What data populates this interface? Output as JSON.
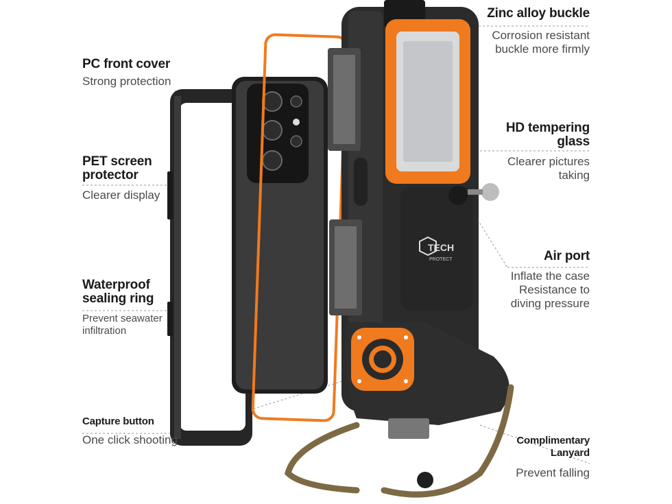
{
  "callouts": {
    "pc_front_cover": {
      "title": "PC front cover",
      "desc": "Strong protection"
    },
    "pet_screen": {
      "title_l1": "PET screen",
      "title_l2": "protector",
      "desc": "Clearer display"
    },
    "sealing_ring": {
      "title_l1": "Waterproof",
      "title_l2": "sealing ring",
      "desc_l1": "Prevent seawater",
      "desc_l2": "infiltration"
    },
    "capture_button": {
      "title": "Capture button",
      "desc": "One click shooting"
    },
    "zinc_buckle": {
      "title": "Zinc alloy buckle",
      "desc_l1": "Corrosion resistant",
      "desc_l2": "buckle more firmly"
    },
    "hd_glass": {
      "title_l1": "HD tempering",
      "title_l2": "glass",
      "desc_l1": "Clearer pictures",
      "desc_l2": "taking"
    },
    "air_port": {
      "title": "Air port",
      "desc_l1": "Inflate the case",
      "desc_l2": "Resistance to",
      "desc_l3": "diving pressure"
    },
    "lanyard": {
      "title_l1": "Complimentary",
      "title_l2": "Lanyard",
      "desc": "Prevent falling"
    }
  },
  "logo": {
    "line1": "TECH",
    "line2": "PROTECT"
  },
  "colors": {
    "accent": "#f07a1e",
    "case": "#2b2b2b",
    "text": "#1a1a1a",
    "subtext": "#4a4a4a"
  }
}
